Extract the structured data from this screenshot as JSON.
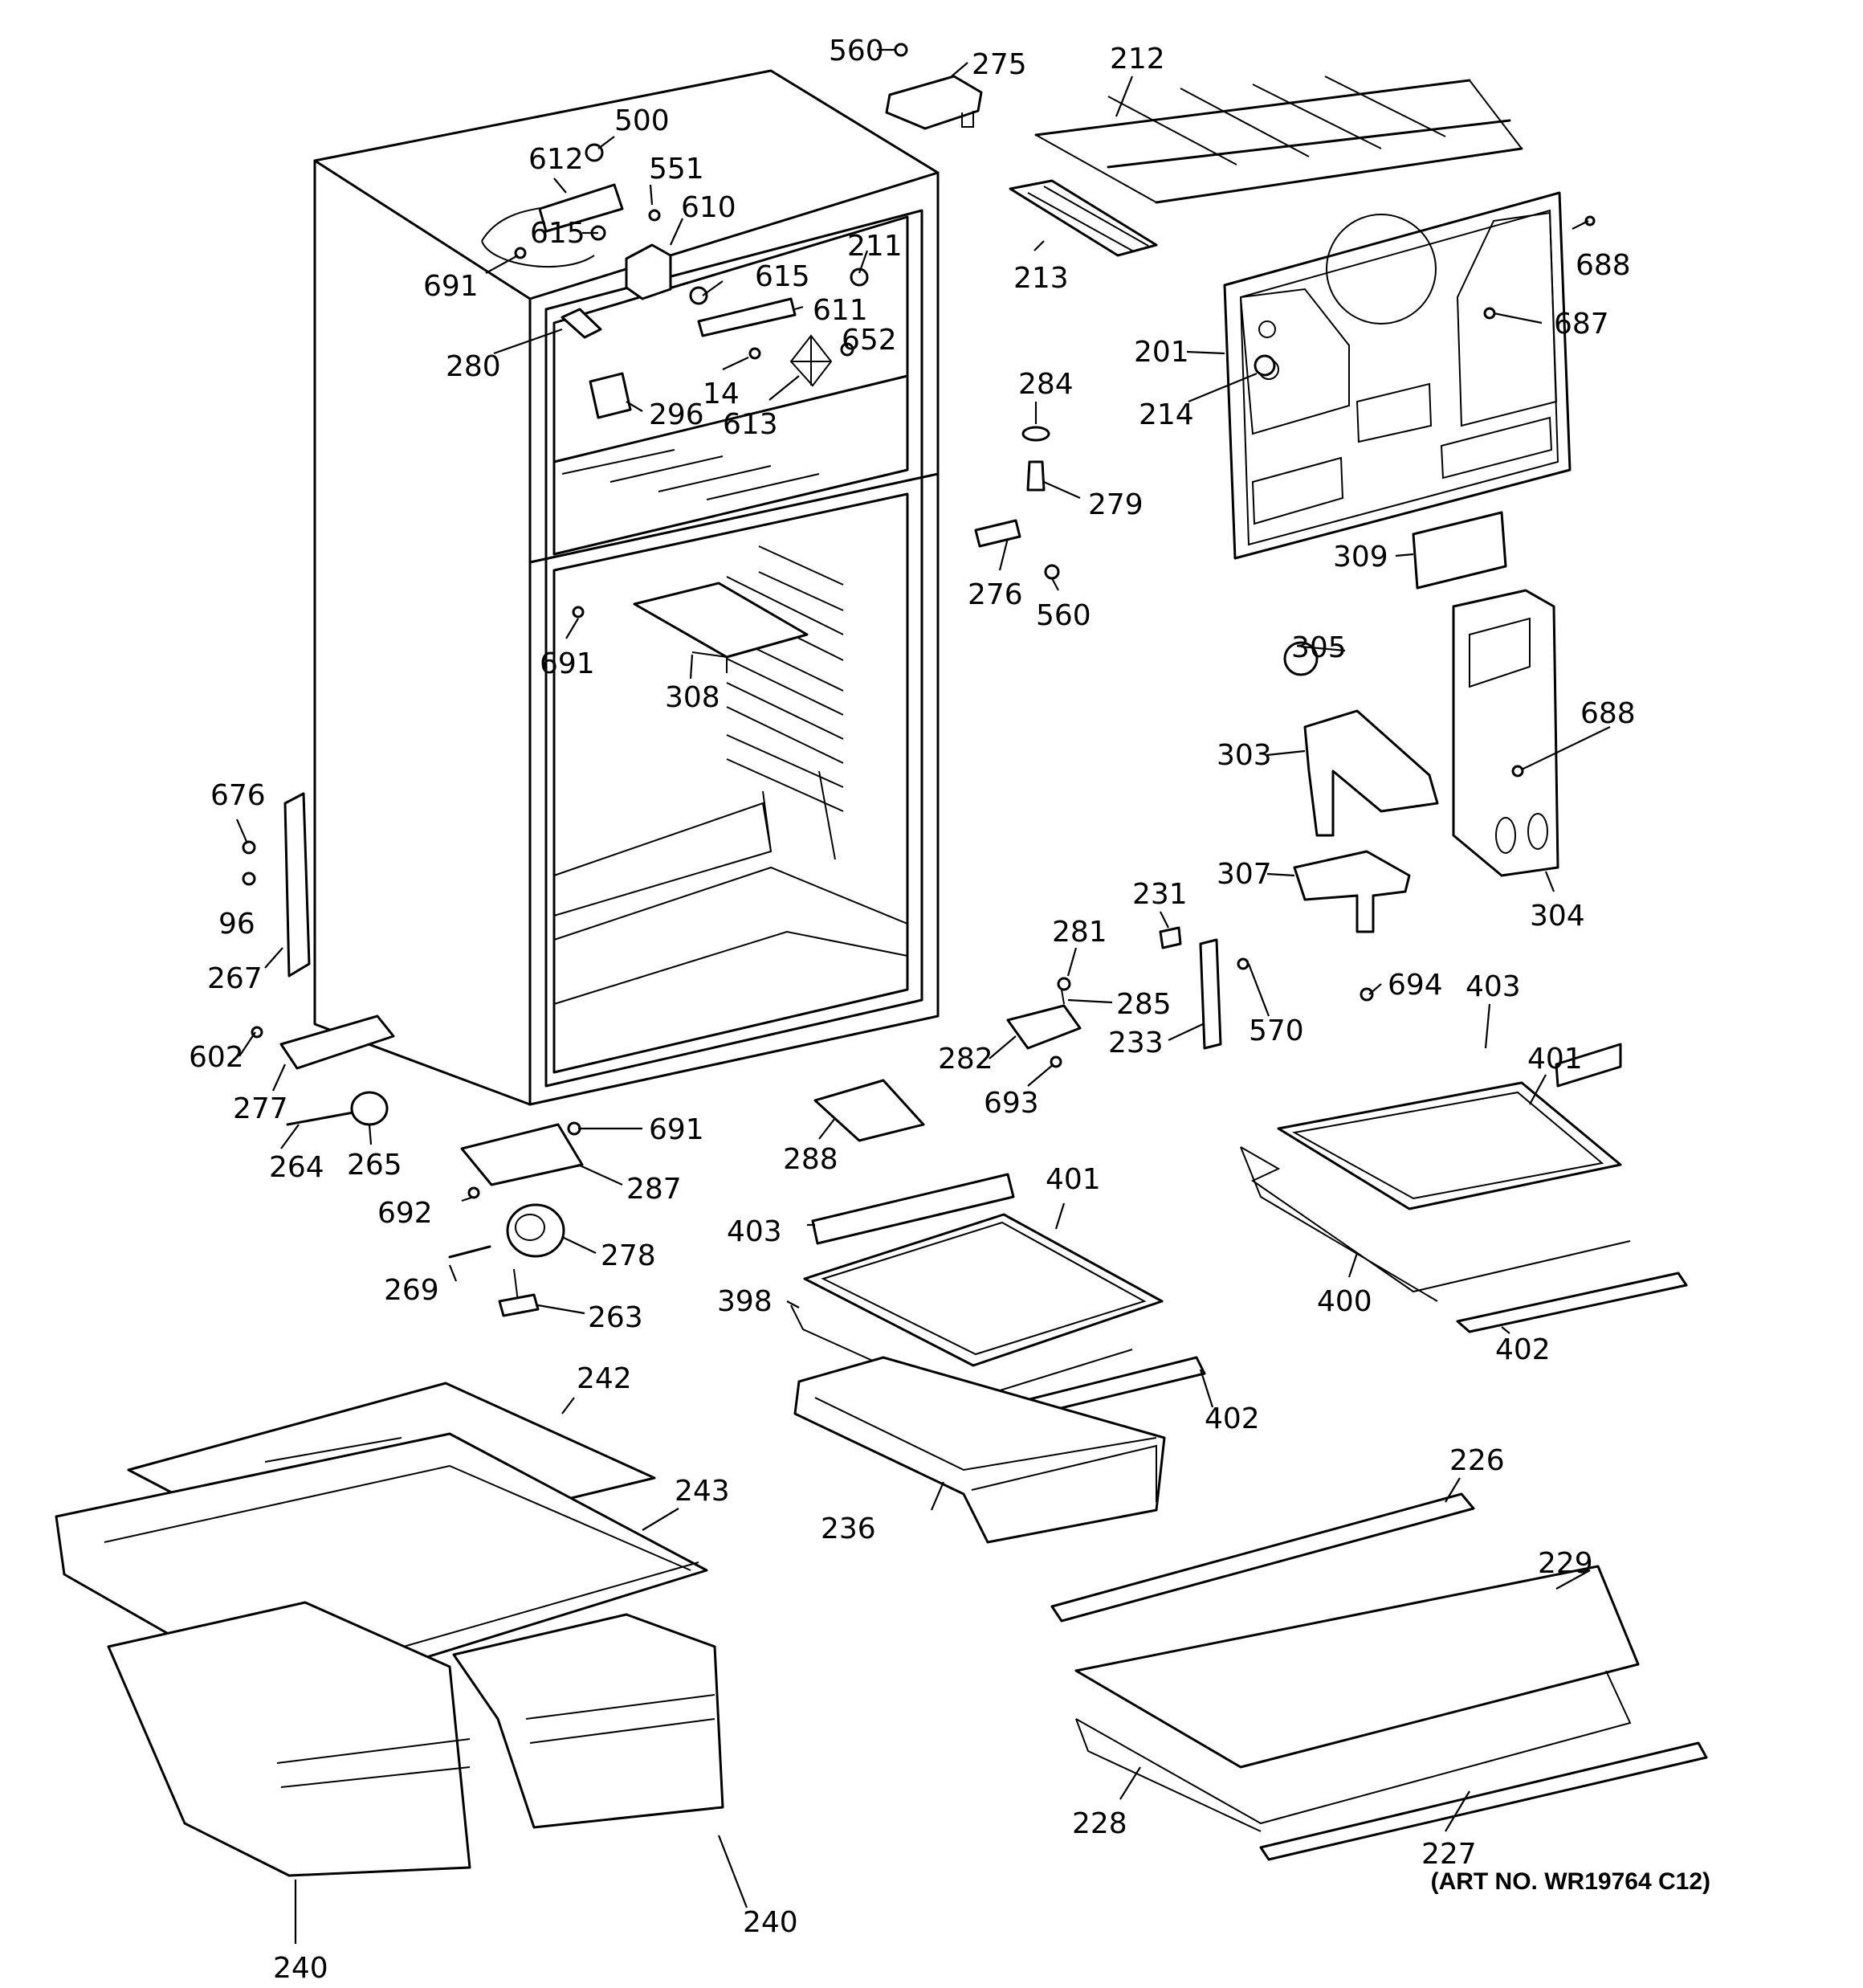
{
  "art_number": "(ART NO. WR19764 C12)",
  "callouts": [
    {
      "id": "560a",
      "text": "560"
    },
    {
      "id": "275",
      "text": "275"
    },
    {
      "id": "212",
      "text": "212"
    },
    {
      "id": "500",
      "text": "500"
    },
    {
      "id": "612",
      "text": "612"
    },
    {
      "id": "551",
      "text": "551"
    },
    {
      "id": "610",
      "text": "610"
    },
    {
      "id": "615a",
      "text": "615"
    },
    {
      "id": "691a",
      "text": "691"
    },
    {
      "id": "211",
      "text": "211"
    },
    {
      "id": "615b",
      "text": "615"
    },
    {
      "id": "611",
      "text": "611"
    },
    {
      "id": "213",
      "text": "213"
    },
    {
      "id": "688a",
      "text": "688"
    },
    {
      "id": "687",
      "text": "687"
    },
    {
      "id": "201",
      "text": "201"
    },
    {
      "id": "280",
      "text": "280"
    },
    {
      "id": "652",
      "text": "652"
    },
    {
      "id": "14",
      "text": "14"
    },
    {
      "id": "296",
      "text": "296"
    },
    {
      "id": "613",
      "text": "613"
    },
    {
      "id": "284",
      "text": "284"
    },
    {
      "id": "214",
      "text": "214"
    },
    {
      "id": "279",
      "text": "279"
    },
    {
      "id": "309",
      "text": "309"
    },
    {
      "id": "276",
      "text": "276"
    },
    {
      "id": "560b",
      "text": "560"
    },
    {
      "id": "691b",
      "text": "691"
    },
    {
      "id": "305",
      "text": "305"
    },
    {
      "id": "308",
      "text": "308"
    },
    {
      "id": "688b",
      "text": "688"
    },
    {
      "id": "303",
      "text": "303"
    },
    {
      "id": "676",
      "text": "676"
    },
    {
      "id": "307",
      "text": "307"
    },
    {
      "id": "96",
      "text": "96"
    },
    {
      "id": "231",
      "text": "231"
    },
    {
      "id": "304",
      "text": "304"
    },
    {
      "id": "281",
      "text": "281"
    },
    {
      "id": "267",
      "text": "267"
    },
    {
      "id": "694",
      "text": "694"
    },
    {
      "id": "403a",
      "text": "403"
    },
    {
      "id": "285",
      "text": "285"
    },
    {
      "id": "401a",
      "text": "401"
    },
    {
      "id": "570",
      "text": "570"
    },
    {
      "id": "282",
      "text": "282"
    },
    {
      "id": "233",
      "text": "233"
    },
    {
      "id": "602",
      "text": "602"
    },
    {
      "id": "693",
      "text": "693"
    },
    {
      "id": "277",
      "text": "277"
    },
    {
      "id": "691c",
      "text": "691"
    },
    {
      "id": "264",
      "text": "264"
    },
    {
      "id": "265",
      "text": "265"
    },
    {
      "id": "288",
      "text": "288"
    },
    {
      "id": "287",
      "text": "287"
    },
    {
      "id": "401b",
      "text": "401"
    },
    {
      "id": "692",
      "text": "692"
    },
    {
      "id": "403b",
      "text": "403"
    },
    {
      "id": "278",
      "text": "278"
    },
    {
      "id": "400",
      "text": "400"
    },
    {
      "id": "269",
      "text": "269"
    },
    {
      "id": "398",
      "text": "398"
    },
    {
      "id": "263",
      "text": "263"
    },
    {
      "id": "402a",
      "text": "402"
    },
    {
      "id": "242",
      "text": "242"
    },
    {
      "id": "402b",
      "text": "402"
    },
    {
      "id": "243",
      "text": "243"
    },
    {
      "id": "236",
      "text": "236"
    },
    {
      "id": "226",
      "text": "226"
    },
    {
      "id": "229",
      "text": "229"
    },
    {
      "id": "228",
      "text": "228"
    },
    {
      "id": "240a",
      "text": "240"
    },
    {
      "id": "227",
      "text": "227"
    },
    {
      "id": "240b",
      "text": "240"
    }
  ]
}
